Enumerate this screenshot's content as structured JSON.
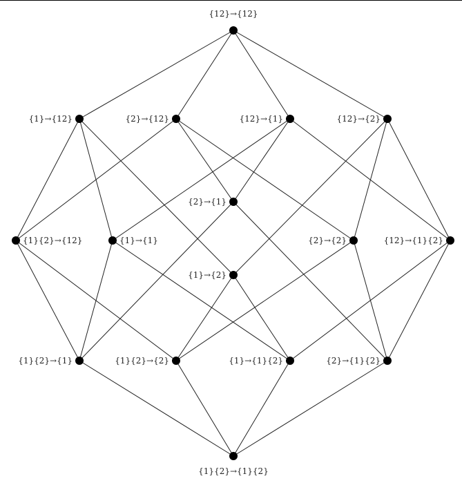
{
  "diagram": {
    "type": "hasse-diagram",
    "nodes": [
      {
        "id": "top",
        "label": "{12}→{12}"
      },
      {
        "id": "n1",
        "label": "{1}→{12}"
      },
      {
        "id": "n2",
        "label": "{2}→{12}"
      },
      {
        "id": "n3",
        "label": "{12}→{1}"
      },
      {
        "id": "n4",
        "label": "{12}→{2}"
      },
      {
        "id": "n5",
        "label": "{2}→{1}"
      },
      {
        "id": "n6",
        "label": "{1}{2}→{12}"
      },
      {
        "id": "n7",
        "label": "{1}→{1}"
      },
      {
        "id": "n8",
        "label": "{2}→{2}"
      },
      {
        "id": "n9",
        "label": "{12}→{1}{2}"
      },
      {
        "id": "n10",
        "label": "{1}→{2}"
      },
      {
        "id": "n11",
        "label": "{1}{2}→{1}"
      },
      {
        "id": "n12",
        "label": "{1}{2}→{2}"
      },
      {
        "id": "n13",
        "label": "{1}→{1}{2}"
      },
      {
        "id": "n14",
        "label": "{2}→{1}{2}"
      },
      {
        "id": "bottom",
        "label": "{1}{2}→{1}{2}"
      }
    ],
    "edges": [
      [
        "top",
        "n1"
      ],
      [
        "top",
        "n2"
      ],
      [
        "top",
        "n3"
      ],
      [
        "top",
        "n4"
      ],
      [
        "n1",
        "n6"
      ],
      [
        "n1",
        "n7"
      ],
      [
        "n1",
        "n10"
      ],
      [
        "n2",
        "n6"
      ],
      [
        "n2",
        "n5"
      ],
      [
        "n2",
        "n8"
      ],
      [
        "n3",
        "n7"
      ],
      [
        "n3",
        "n5"
      ],
      [
        "n3",
        "n9"
      ],
      [
        "n4",
        "n8"
      ],
      [
        "n4",
        "n9"
      ],
      [
        "n4",
        "n10"
      ],
      [
        "n6",
        "n11"
      ],
      [
        "n6",
        "n12"
      ],
      [
        "n7",
        "n11"
      ],
      [
        "n7",
        "n13"
      ],
      [
        "n5",
        "n11"
      ],
      [
        "n5",
        "n14"
      ],
      [
        "n10",
        "n12"
      ],
      [
        "n10",
        "n13"
      ],
      [
        "n8",
        "n12"
      ],
      [
        "n8",
        "n14"
      ],
      [
        "n9",
        "n13"
      ],
      [
        "n9",
        "n14"
      ],
      [
        "n11",
        "bottom"
      ],
      [
        "n12",
        "bottom"
      ],
      [
        "n13",
        "bottom"
      ],
      [
        "n14",
        "bottom"
      ]
    ]
  }
}
